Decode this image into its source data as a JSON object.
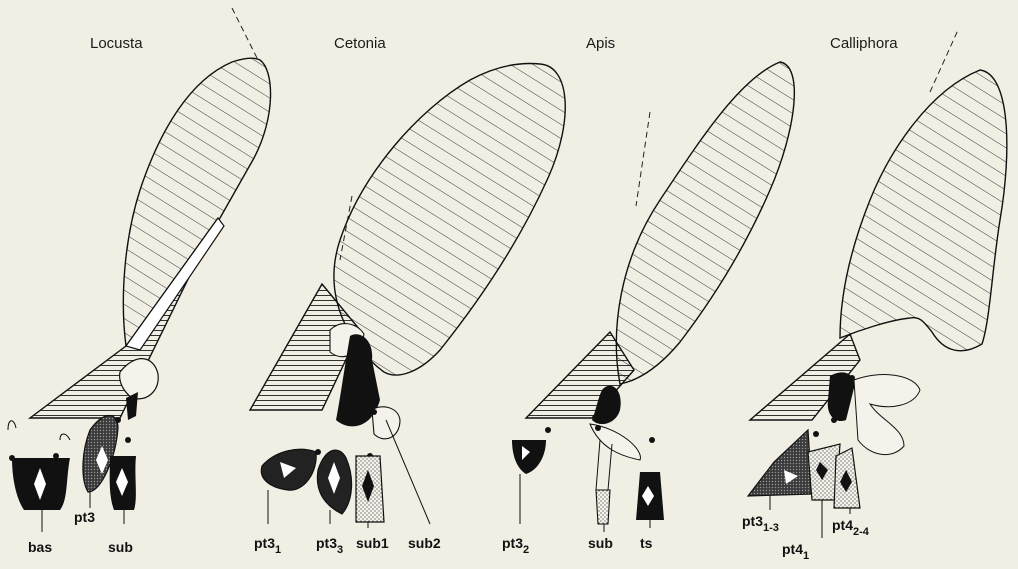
{
  "panels": [
    {
      "title": "Locusta",
      "labels": [
        {
          "text": "bas"
        },
        {
          "text": "pt3"
        },
        {
          "text": "sub"
        }
      ]
    },
    {
      "title": "Cetonia",
      "labels": [
        {
          "text": "pt3",
          "subscript": "1"
        },
        {
          "text": "pt3",
          "subscript": "3"
        },
        {
          "text": "sub1"
        },
        {
          "text": "sub2"
        }
      ]
    },
    {
      "title": "Apis",
      "labels": [
        {
          "text": "pt3",
          "subscript": "2"
        },
        {
          "text": "sub"
        },
        {
          "text": "ts"
        }
      ]
    },
    {
      "title": "Calliphora",
      "labels": [
        {
          "text": "pt3",
          "subscript": "1-3"
        },
        {
          "text": "pt4",
          "subscript": "1"
        },
        {
          "text": "pt4",
          "subscript": "2-4"
        }
      ]
    }
  ]
}
